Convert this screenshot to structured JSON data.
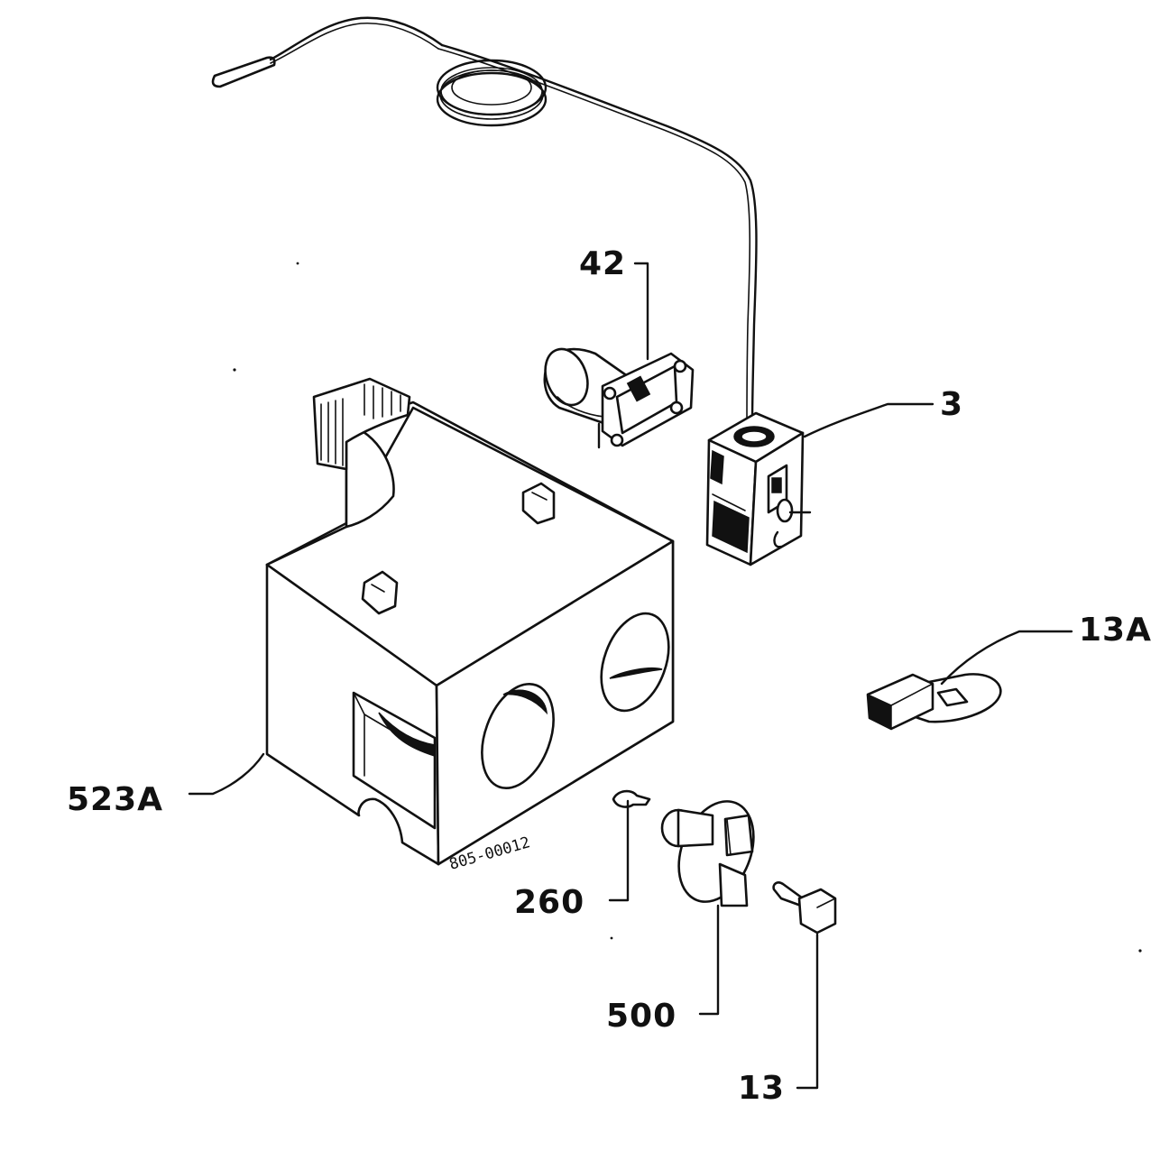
{
  "diagram": {
    "drawing_code": "805-00012",
    "callouts": [
      {
        "id": "42",
        "text": "42"
      },
      {
        "id": "3",
        "text": "3"
      },
      {
        "id": "13a",
        "text": "13A"
      },
      {
        "id": "523a",
        "text": "523A"
      },
      {
        "id": "260",
        "text": "260"
      },
      {
        "id": "500",
        "text": "500"
      },
      {
        "id": "13",
        "text": "13"
      }
    ]
  }
}
